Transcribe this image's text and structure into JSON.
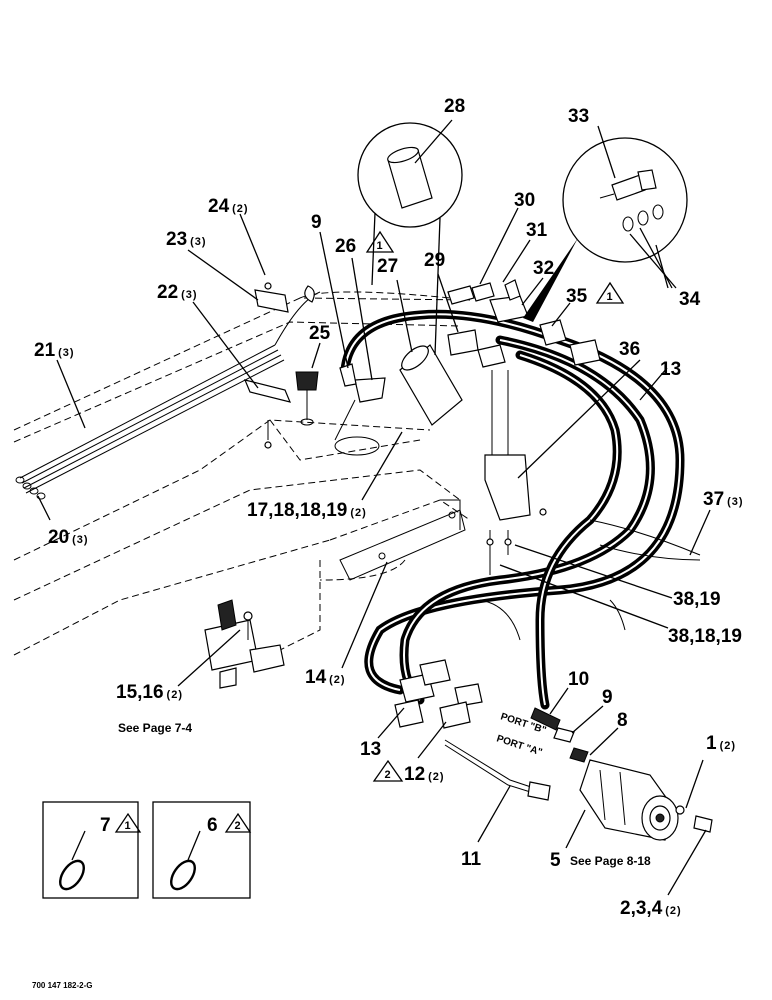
{
  "callouts": [
    {
      "id": "c28",
      "text": "28"
    },
    {
      "id": "c33",
      "text": "33"
    },
    {
      "id": "c24",
      "text": "24",
      "qty": "(2)"
    },
    {
      "id": "c30",
      "text": "30"
    },
    {
      "id": "c9a",
      "text": "9"
    },
    {
      "id": "c23",
      "text": "23",
      "qty": "(3)"
    },
    {
      "id": "c26",
      "text": "26"
    },
    {
      "id": "c31",
      "text": "31"
    },
    {
      "id": "c27",
      "text": "27"
    },
    {
      "id": "c29",
      "text": "29"
    },
    {
      "id": "c32",
      "text": "32"
    },
    {
      "id": "c22",
      "text": "22",
      "qty": "(3)"
    },
    {
      "id": "c34",
      "text": "34"
    },
    {
      "id": "c35",
      "text": "35"
    },
    {
      "id": "c25",
      "text": "25"
    },
    {
      "id": "c21",
      "text": "21",
      "qty": "(3)"
    },
    {
      "id": "c36",
      "text": "36"
    },
    {
      "id": "c13a",
      "text": "13"
    },
    {
      "id": "c37",
      "text": "37",
      "qty": "(3)"
    },
    {
      "id": "c17",
      "text": "17,18,18,19",
      "qty": "(2)"
    },
    {
      "id": "c20",
      "text": "20",
      "qty": "(3)"
    },
    {
      "id": "c38a",
      "text": "38,19"
    },
    {
      "id": "c38b",
      "text": "38,18,19"
    },
    {
      "id": "c15",
      "text": "15,16",
      "qty": "(2)"
    },
    {
      "id": "c14",
      "text": "14",
      "qty": "(2)"
    },
    {
      "id": "c10",
      "text": "10"
    },
    {
      "id": "c9b",
      "text": "9"
    },
    {
      "id": "c8",
      "text": "8"
    },
    {
      "id": "c13b",
      "text": "13"
    },
    {
      "id": "c1",
      "text": "1",
      "qty": "(2)"
    },
    {
      "id": "c12",
      "text": "12",
      "qty": "(2)"
    },
    {
      "id": "c7",
      "text": "7"
    },
    {
      "id": "c6",
      "text": "6"
    },
    {
      "id": "c11",
      "text": "11"
    },
    {
      "id": "c5",
      "text": "5"
    },
    {
      "id": "c234",
      "text": "2,3,4",
      "qty": "(2)"
    }
  ],
  "revision_marks": {
    "one": "1",
    "two": "2"
  },
  "notes": {
    "see_7_4": "See Page 7-4",
    "see_8_18": "See Page 8-18",
    "port_b": "PORT \"B\"",
    "port_a": "PORT \"A\""
  },
  "footer_code": "700 147 182-2-G"
}
